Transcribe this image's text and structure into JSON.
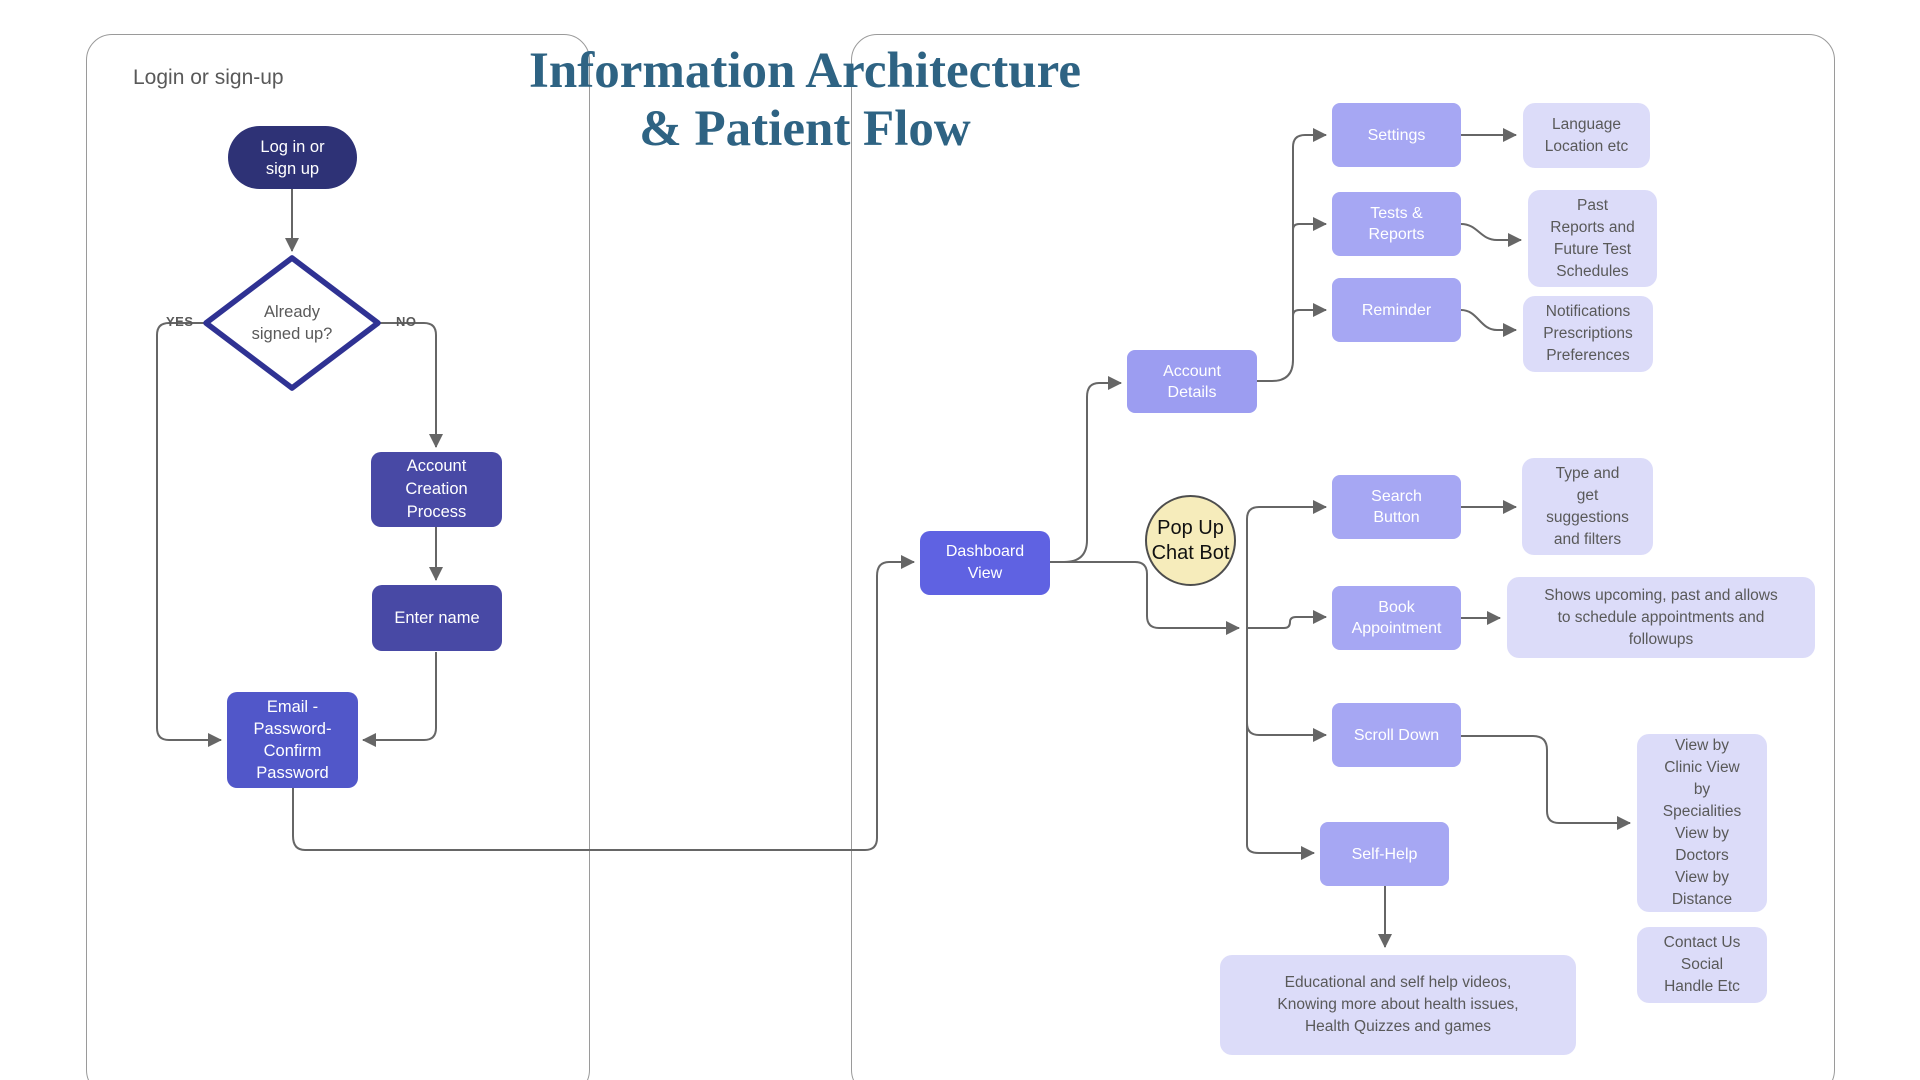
{
  "title": {
    "line1": "Information Architecture",
    "line2": "& Patient Flow"
  },
  "colors": {
    "title_text": "#2e6383",
    "connector": "#666666",
    "panel_border": "#9a9a9a",
    "gray_text": "#595959",
    "navy_node": "#2e3276",
    "indigo_node": "#4849a5",
    "violet_node": "#5157c9",
    "blue_node": "#5f62e2",
    "periwinkle_node": "#a6a7f3",
    "periwinkle_dark_node": "#9c9df1",
    "lavender_node": "#dcdcf9",
    "decision_border": "#2f3293",
    "chatbot_fill": "#f6ecbb"
  },
  "left_flow": {
    "panel_label": "Login or sign-up",
    "login_start": "Log in or\nsign up",
    "decision": "Already\nsigned up?",
    "yes_label": "YES",
    "no_label": "NO",
    "account_creation": "Account\nCreation\nProcess",
    "enter_name": "Enter name",
    "email_password": "Email -\nPassword-\nConfirm\nPassword"
  },
  "right_flow": {
    "dashboard": "Dashboard\nView",
    "account_details": "Account\nDetails",
    "chat_bot": "Pop Up\nChat Bot",
    "settings": "Settings",
    "tests_reports": "Tests &\nReports",
    "reminder": "Reminder",
    "search_button": "Search\nButton",
    "book_appointment": "Book\nAppointment",
    "scroll_down": "Scroll Down",
    "self_help": "Self-Help",
    "language_location": "Language\nLocation etc",
    "past_reports": "Past\nReports and\nFuture Test\nSchedules",
    "notifications": "Notifications\nPrescriptions\nPreferences",
    "type_suggestions": "Type and\nget\nsuggestions\nand filters",
    "shows_upcoming": "Shows upcoming, past and allows\nto schedule appointments and\nfollowups",
    "view_by": "View by\nClinic View\nby\nSpecialities\nView by\nDoctors\nView by\nDistance",
    "contact_us": "Contact Us\nSocial\nHandle Etc",
    "educational": "Educational and self help videos,\nKnowing more about health issues,\nHealth Quizzes and games"
  }
}
